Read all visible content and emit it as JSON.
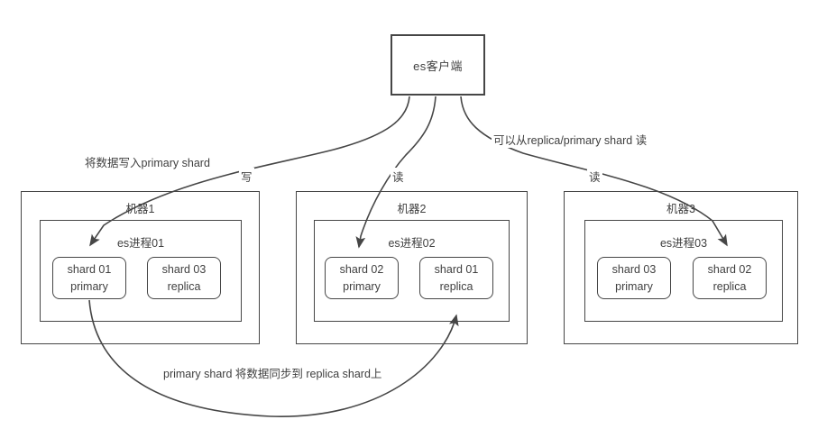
{
  "diagram": {
    "title_node": {
      "label": "es客户端"
    },
    "machines": [
      {
        "name": "机器1",
        "process": "es进程01",
        "shards": [
          {
            "name": "shard 01",
            "role": "primary"
          },
          {
            "name": "shard 03",
            "role": "replica"
          }
        ]
      },
      {
        "name": "机器2",
        "process": "es进程02",
        "shards": [
          {
            "name": "shard 02",
            "role": "primary"
          },
          {
            "name": "shard 01",
            "role": "replica"
          }
        ]
      },
      {
        "name": "机器3",
        "process": "es进程03",
        "shards": [
          {
            "name": "shard 03",
            "role": "primary"
          },
          {
            "name": "shard 02",
            "role": "replica"
          }
        ]
      }
    ],
    "edge_labels": {
      "write_desc": "将数据写入primary shard",
      "write_short": "写",
      "read_short_middle": "读",
      "read_short_right": "读",
      "read_desc": "可以从replica/primary shard 读",
      "sync_desc": "primary shard 将数据同步到 replica shard上"
    },
    "colors": {
      "stroke": "#464646",
      "text": "#3f3f3f",
      "background": "#ffffff"
    }
  }
}
